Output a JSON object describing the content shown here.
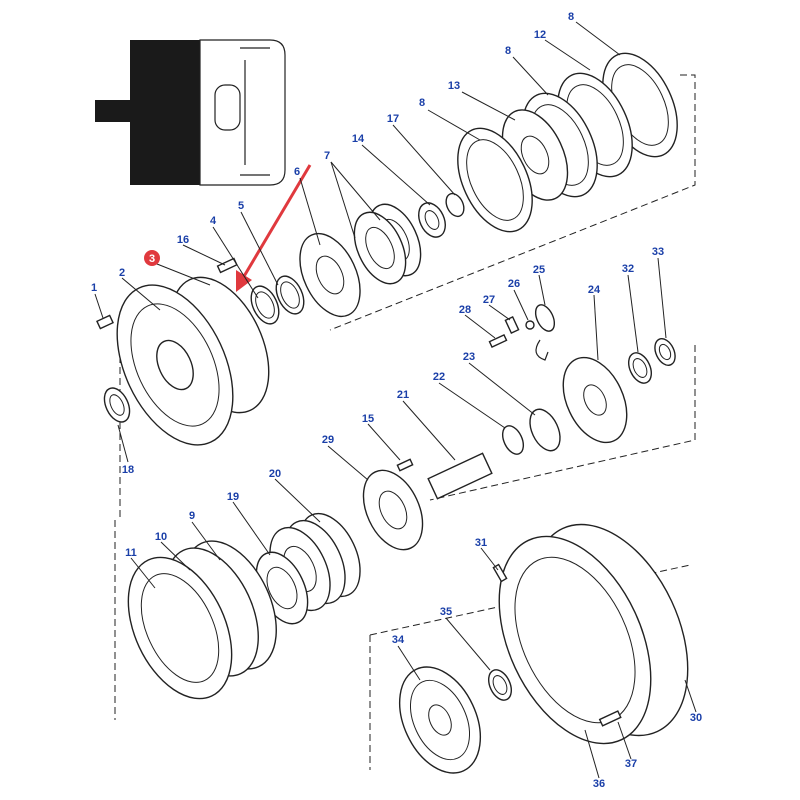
{
  "callouts": [
    "1",
    "2",
    "3",
    "4",
    "5",
    "6",
    "7",
    "8",
    "8",
    "8",
    "9",
    "10",
    "11",
    "12",
    "13",
    "14",
    "15",
    "16",
    "17",
    "18",
    "19",
    "20",
    "21",
    "22",
    "23",
    "24",
    "25",
    "26",
    "27",
    "28",
    "29",
    "30",
    "31",
    "32",
    "33",
    "34",
    "35",
    "36",
    "37"
  ],
  "highlighted_callout": "3",
  "colors": {
    "callout_text": "#1a3fa8",
    "highlight": "#e0393e",
    "arrow": "#e0393e",
    "line": "#222222"
  }
}
